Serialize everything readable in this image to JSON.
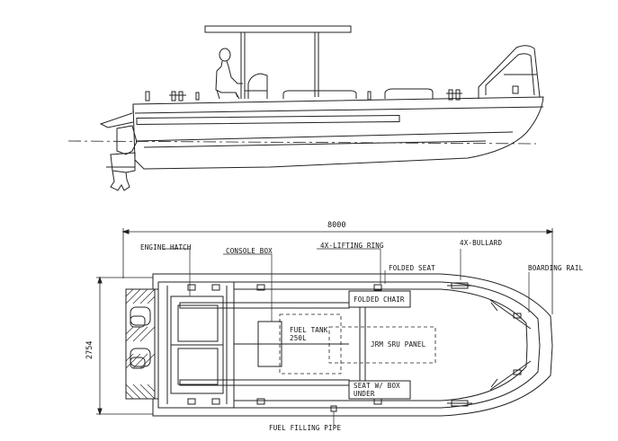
{
  "dimensions": {
    "length": "8000",
    "beam": "2754"
  },
  "labels": {
    "engine_hatch": "ENGINE HATCH",
    "console_box": "CONSOLE BOX",
    "lifting_ring": "4X-LIFTING RING",
    "bullard": "4X-BULLARD",
    "folded_seat": "FOLDED SEAT",
    "boarding_rail": "BOARDING RAIL",
    "folded_chair": "FOLDED CHAIR",
    "fuel_tank_line1": "FUEL TANK",
    "fuel_tank_line2": "250L",
    "jrm_sru_panel": "JRM SRU PANEL",
    "seat_box_line1": "SEAT W/ BOX",
    "seat_box_line2": "UNDER",
    "fuel_filling_pipe": "FUEL FILLING PIPE"
  }
}
